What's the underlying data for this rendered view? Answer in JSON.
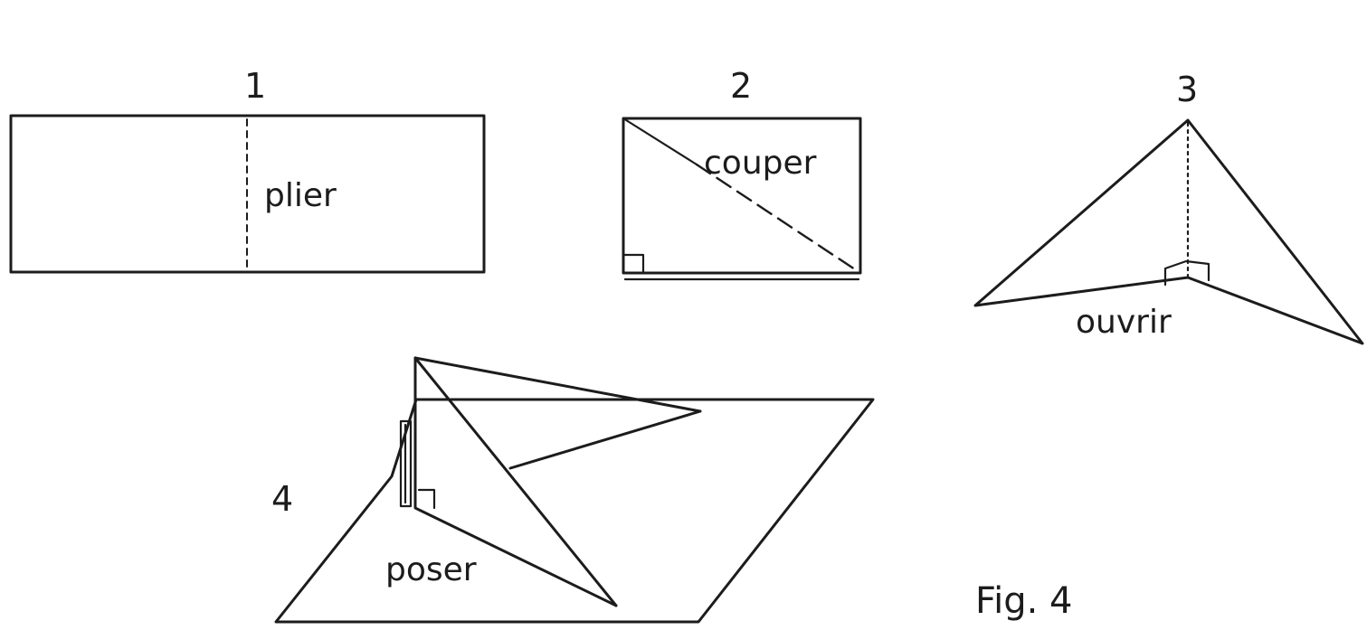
{
  "steps": [
    {
      "number": "1",
      "instruction": "plier"
    },
    {
      "number": "2",
      "instruction": "couper"
    },
    {
      "number": "3",
      "instruction": "ouvrir"
    },
    {
      "number": "4",
      "instruction": "poser"
    }
  ],
  "caption": "Fig. 4",
  "colors": {
    "ink": "#1c1c1c",
    "paper": "#ffffff"
  }
}
